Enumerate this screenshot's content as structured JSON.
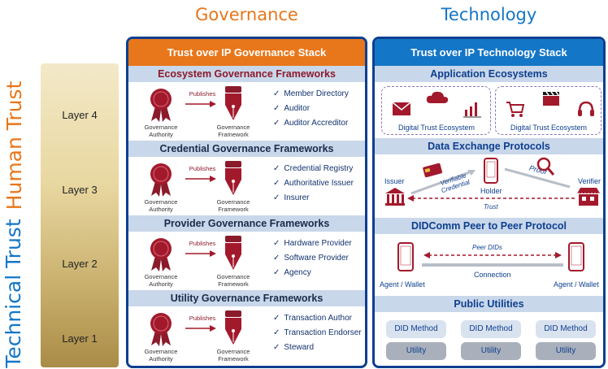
{
  "headers": {
    "governance": "Governance",
    "technology": "Technology"
  },
  "side_labels": {
    "human_trust": "Human Trust",
    "technical_trust": "Technical Trust"
  },
  "layers": [
    "Layer 4",
    "Layer 3",
    "Layer 2",
    "Layer 1"
  ],
  "governance_stack": {
    "title": "Trust over IP Governance Stack",
    "authority_label": "Governance Authority",
    "framework_label": "Governance Framework",
    "publishes_label": "Publishes",
    "sections": [
      {
        "title": "Ecosystem Governance Frameworks",
        "items": [
          "Member Directory",
          "Auditor",
          "Auditor Accreditor"
        ]
      },
      {
        "title": "Credential Governance Frameworks",
        "items": [
          "Credential Registry",
          "Authoritative Issuer",
          "Insurer"
        ]
      },
      {
        "title": "Provider Governance Frameworks",
        "items": [
          "Hardware Provider",
          "Software Provider",
          "Agency"
        ]
      },
      {
        "title": "Utility Governance Frameworks",
        "items": [
          "Transaction Author",
          "Transaction Endorser",
          "Steward"
        ]
      }
    ]
  },
  "technology_stack": {
    "title": "Trust over IP Technology Stack",
    "sections": [
      {
        "title": "Application Ecosystems",
        "ecosystem_labels": [
          "Digital Trust Ecosystem",
          "Digital Trust Ecosystem"
        ]
      },
      {
        "title": "Data Exchange Protocols",
        "issuer": "Issuer",
        "holder": "Holder",
        "verifier": "Verifier",
        "credential": "Verifiable Credential",
        "proof": "Proof",
        "trust": "Trust"
      },
      {
        "title": "DIDComm Peer to Peer Protocol",
        "peer_dids": "Peer DIDs",
        "connection": "Connection",
        "agent_left": "Agent / Wallet",
        "agent_right": "Agent / Wallet"
      },
      {
        "title": "Public Utilities",
        "did_method": "DID Method",
        "utility": "Utility"
      }
    ]
  },
  "colors": {
    "governance_orange": "#e8761a",
    "technology_blue": "#1476c6",
    "panel_border": "#0d3f8f",
    "seal_red": "#a3192c"
  }
}
